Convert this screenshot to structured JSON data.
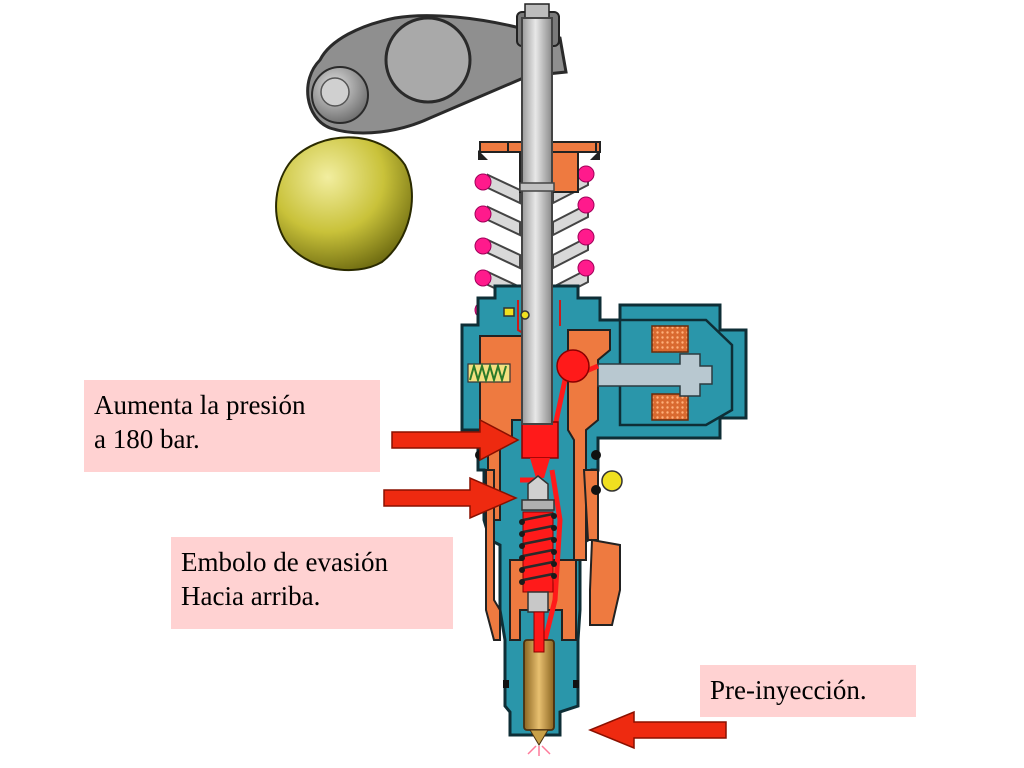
{
  "labels": {
    "pressure": {
      "line1": "Aumenta la presión",
      "line2": "a 180 bar."
    },
    "plunger": {
      "line1": "Embolo de evasión",
      "line2": "Hacia arriba."
    },
    "pre_injection": {
      "text": "Pre-inyección."
    }
  },
  "colors": {
    "label_background": "#ffd2d2",
    "arrow": "#ee2a10",
    "high_pressure_fuel": "#ff1a1a",
    "body_teal": "#2a96aa",
    "housing_orange": "#ee7a40",
    "spring_dots": "#ff1a8c",
    "cam": "#c9c23a",
    "rocker_arm": "#8a8a8a",
    "solenoid_coil": "#d96a30",
    "nozzle_brass": "#c8a048"
  }
}
